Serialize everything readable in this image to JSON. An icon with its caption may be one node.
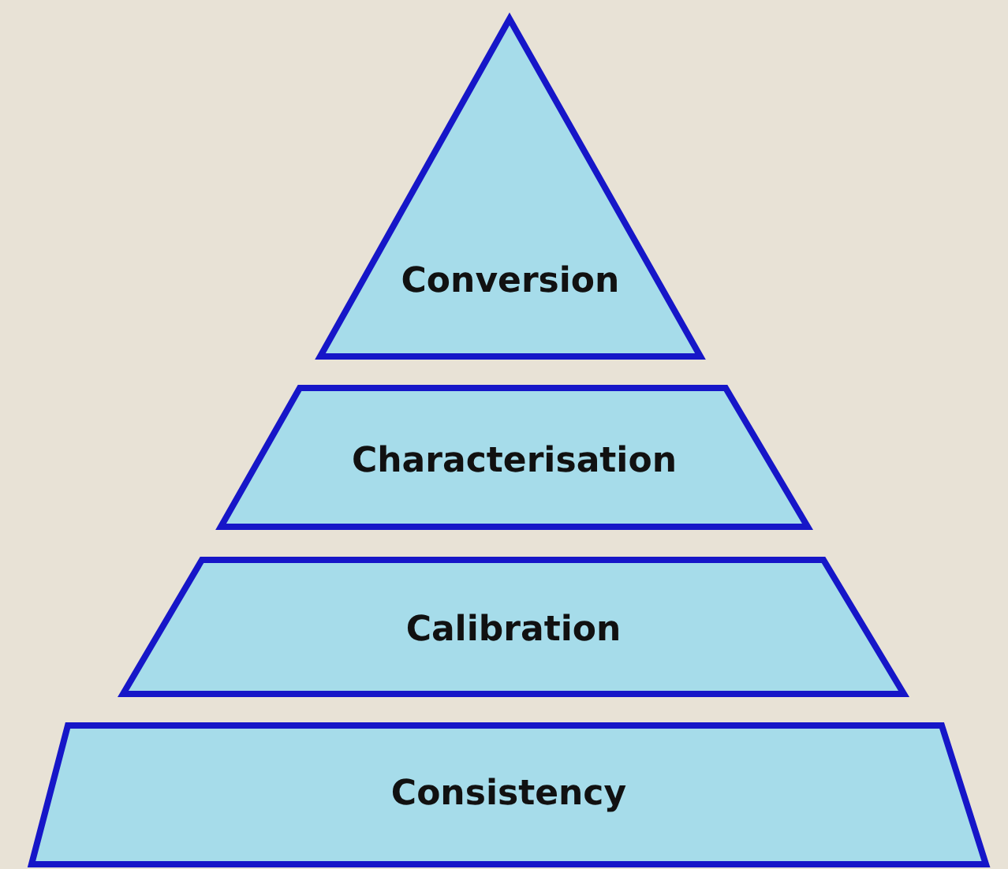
{
  "diagram": {
    "nodes": [
      {
        "text": [
          "Conversion"
        ]
      },
      {
        "text": [
          "Characterisation"
        ]
      },
      {
        "text": [
          "Calibration"
        ]
      },
      {
        "text": [
          "Consistency"
        ]
      }
    ]
  }
}
